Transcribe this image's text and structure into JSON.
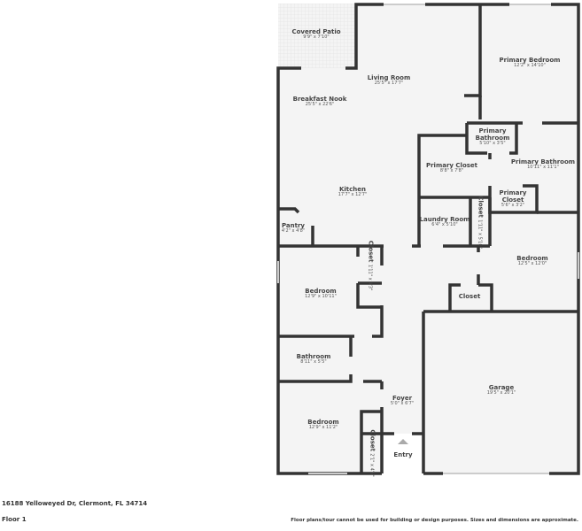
{
  "rooms": [
    {
      "name": "Covered Patio",
      "dims": "9'9\" x 7'10\""
    },
    {
      "name": "Living Room",
      "dims": "25'5\" x 17'7\""
    },
    {
      "name": "Breakfast Nook",
      "dims": "25'5\" x 22'6\""
    },
    {
      "name": "Primary Bedroom",
      "dims": "12'2\" x 14'10\""
    },
    {
      "name": "Primary Bathroom",
      "dims": "5'10\" x 3'5\""
    },
    {
      "name": "Primary Closet",
      "dims": "8'8\" x 7'8\""
    },
    {
      "name": "Primary Bathroom",
      "dims": "10'11\" x 11'1\""
    },
    {
      "name": "Kitchen",
      "dims": "17'7\" x 12'7\""
    },
    {
      "name": "Primary Closet",
      "dims": "5'6\" x 3'2\""
    },
    {
      "name": "Laundry Room",
      "dims": "6'4\" x 5'10\""
    },
    {
      "name": "Closet",
      "dims": "1'11\" x 5'10\""
    },
    {
      "name": "Pantry",
      "dims": "4'2\" x 4'8\""
    },
    {
      "name": "Closet",
      "dims": "1'11\" x 4'3\""
    },
    {
      "name": "Bedroom",
      "dims": "12'5\" x 12'0\""
    },
    {
      "name": "Bedroom",
      "dims": "12'9\" x 10'11\""
    },
    {
      "name": "Closet",
      "dims": ""
    },
    {
      "name": "Bathroom",
      "dims": "8'11\" x 5'5\""
    },
    {
      "name": "Garage",
      "dims": "19'5\" x 20'1\""
    },
    {
      "name": "Foyer",
      "dims": "5'0\" x 6'7\""
    },
    {
      "name": "Bedroom",
      "dims": "12'9\" x 11'2\""
    },
    {
      "name": "Closet",
      "dims": "2'1\" x 4'6\""
    },
    {
      "name": "Entry",
      "dims": ""
    }
  ],
  "footer": {
    "address": "16188 Yelloweyed Dr, Clermont, FL 34714",
    "floor": "Floor 1",
    "disclaimer": "Floor plans/tour cannot be used for building or design purposes. Sizes and dimensions are approximate."
  },
  "colors": {
    "wall": "#333333",
    "floor": "#f4f4f4",
    "window": "#e0e0e0"
  }
}
